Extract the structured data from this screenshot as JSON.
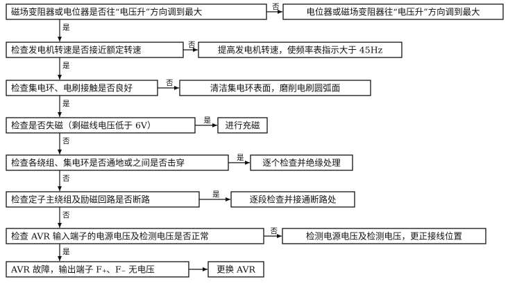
{
  "flow": {
    "steps": [
      {
        "check": "磁场变阻器或电位器是否往“电压升”方向调到最大",
        "branch": "否",
        "action": "电位器或磁场变阻器往“电压升”方向调到最大",
        "down": "是"
      },
      {
        "check": "检查发电机转速是否接近额定转速",
        "branch": "否",
        "action": "提高发电机转速，使频率表指示大于 45Hz",
        "down": "是"
      },
      {
        "check": "检查集电环、电刷接触是否良好",
        "branch": "否",
        "action": "清洁集电环表面，磨削电刷圆弧面",
        "down": "是"
      },
      {
        "check": "检查是否失磁（剩磁线电压低于 6V）",
        "branch": "是",
        "action": "进行充磁",
        "down": "否"
      },
      {
        "check": "检查各绕组、集电环是否通地或之间是否击穿",
        "branch": "是",
        "action": "逐个检查并绝缘处理",
        "down": "否"
      },
      {
        "check": "检查定子主绕组及励磁回路是否断路",
        "branch": "是",
        "action": "逐段检查并接通断路处",
        "down": "否"
      },
      {
        "check": "检查 AVR 输入端子的电源电压及检测电压是否正常",
        "branch": "否",
        "action": "检测电源电压及检测电压，更正接线位置",
        "down": "是"
      },
      {
        "check": "AVR 故障，输出端子 F₊、F₋ 无电压",
        "branch": "",
        "action": "更换 AVR",
        "down": ""
      }
    ]
  }
}
